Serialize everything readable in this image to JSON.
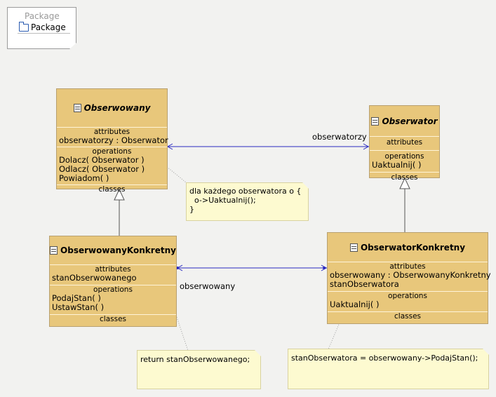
{
  "package": {
    "title": "Package",
    "label": "Package"
  },
  "classes": {
    "obserwowany": {
      "name": "Obserwowany",
      "attributes_label": "attributes",
      "attributes": [
        "obserwatorzy : Obserwator"
      ],
      "operations_label": "operations",
      "operations": [
        "Dolacz( Obserwator )",
        "Odlacz( Obserwator )",
        "Powiadom(   )"
      ],
      "classes_label": "classes"
    },
    "obserwator": {
      "name": "Obserwator",
      "attributes_label": "attributes",
      "operations_label": "operations",
      "operations": [
        "Uaktualnij(   )"
      ],
      "classes_label": "classes"
    },
    "obserwowany_konkretny": {
      "name": "ObserwowanyKonkretny",
      "attributes_label": "attributes",
      "attributes": [
        "stanObserwowanego"
      ],
      "operations_label": "operations",
      "operations": [
        "PodajStan(   )",
        "UstawStan(   )"
      ],
      "classes_label": "classes"
    },
    "obserwator_konkretny": {
      "name": "ObserwatorKonkretny",
      "attributes_label": "attributes",
      "attributes": [
        "obserwowany : ObserwowanyKonkretny",
        "stanObserwatora"
      ],
      "operations_label": "operations",
      "operations": [
        "Uaktualnij(   )"
      ],
      "classes_label": "classes"
    }
  },
  "associations": {
    "top_label": "obserwatorzy",
    "bottom_label": "obserwowany"
  },
  "notes": {
    "powiadom": "dla każdego obserwatora o {\n  o->Uaktualnij();\n}",
    "podaj_stan": "return stanObserwowanego;",
    "uaktualnij": "stanObserwatora = obserwowany->PodajStan();"
  }
}
